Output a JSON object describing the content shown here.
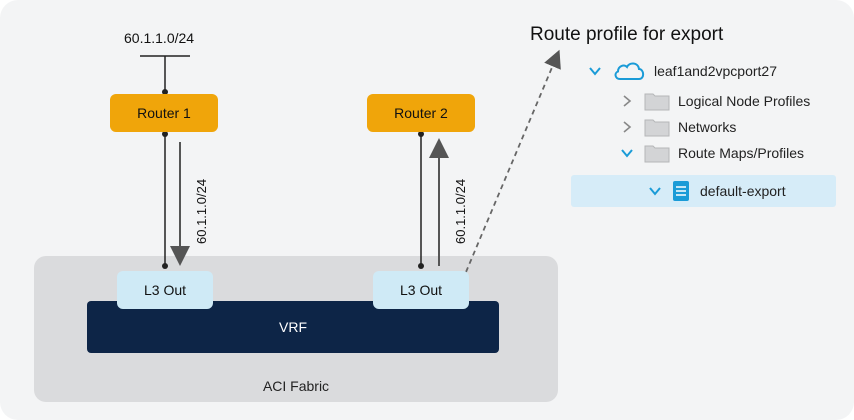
{
  "diagram": {
    "top_subnet": "60.1.1.0/24",
    "router1_label": "Router 1",
    "router2_label": "Router 2",
    "left_route_label": "60.1.1.0/24",
    "right_route_label": "60.1.1.0/24",
    "l3out_left_label": "L3 Out",
    "l3out_right_label": "L3 Out",
    "vrf_label": "VRF",
    "fabric_label": "ACI Fabric"
  },
  "route_profile": {
    "title": "Route profile for export",
    "tree": {
      "root_label": "leaf1and2vpcport27",
      "items": [
        {
          "label": "Logical Node Profiles",
          "expanded": false
        },
        {
          "label": "Networks",
          "expanded": false
        },
        {
          "label": "Route Maps/Profiles",
          "expanded": true
        }
      ],
      "selected_label": "default-export"
    }
  },
  "colors": {
    "router": "#f0a50a",
    "l3out": "#cfeaf6",
    "vrf": "#0d2547",
    "fabric": "#dadbdd",
    "accent": "#1a9bd7",
    "selected": "#d6ecf8"
  }
}
